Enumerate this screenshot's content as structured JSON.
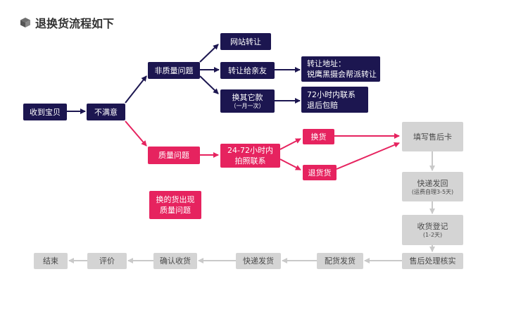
{
  "title": "退换货流程如下",
  "icon": "box-icon",
  "colors": {
    "navy": "#1c1650",
    "pink": "#e6235f",
    "grey": "#d4d4d4",
    "grey_arrow": "#c9c9c9"
  },
  "nodes": {
    "received": "收到宝贝",
    "unsatisfied": "不满意",
    "non_quality": "非质量问题",
    "website_transfer": "网站转让",
    "transfer_friends": "转让给亲友",
    "transfer_address": [
      "转让地址：",
      "锐鹰黑摄会帮派转让"
    ],
    "exchange_other": "换其它款",
    "exchange_other_note": "（一月一次）",
    "contact_72h": [
      "72小时内联系",
      "退后包赔"
    ],
    "quality": "质量问题",
    "photo_contact": [
      "24-72小时内",
      "拍照联系"
    ],
    "exchange": "换货",
    "refund": "退货货",
    "after_sale_card": "填写售后卡",
    "express_return": "快递发回",
    "express_return_note": "(运费自理3-5天)",
    "receive_register": "收货登记",
    "receive_register_note": "(1-2天)",
    "after_sale_check": "售后处理核实",
    "packing_ship": "配货发货",
    "express_ship": "快递发货",
    "confirm_receipt": "确认收货",
    "review": "评价",
    "end": "结束",
    "exchange_issue": [
      "换的货出现",
      "质量问题"
    ]
  }
}
